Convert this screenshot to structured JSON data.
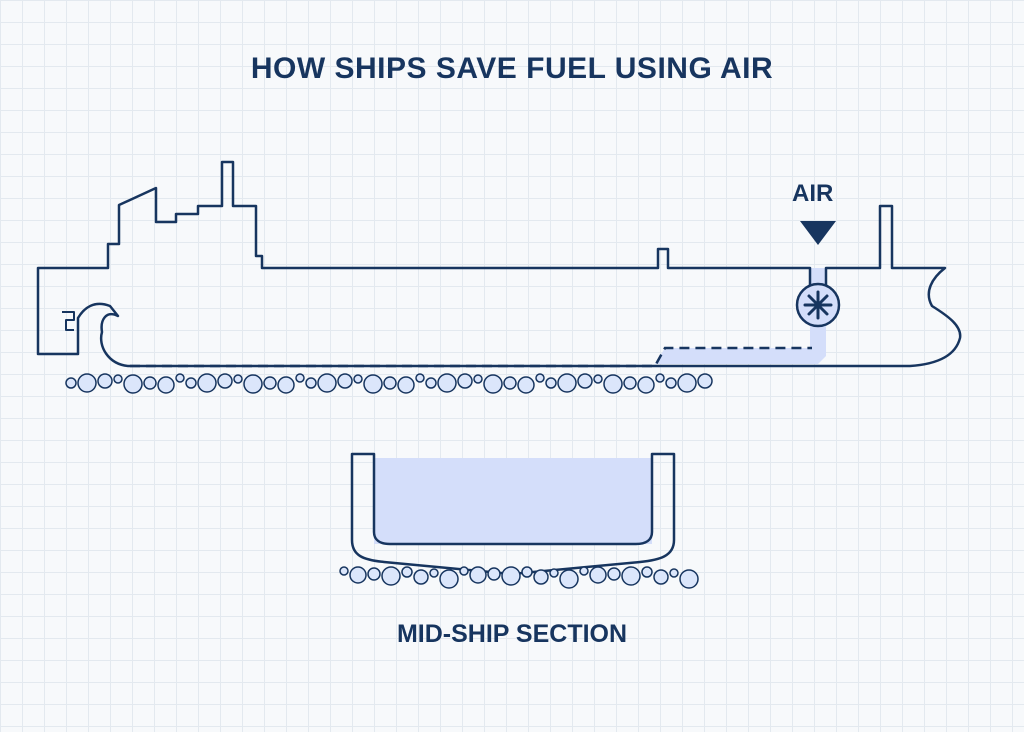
{
  "diagram": {
    "title": "HOW SHIPS SAVE FUEL USING AIR",
    "air_label": "AIR",
    "section_label": "MID-SHIP SECTION",
    "colors": {
      "ink": "#17355f",
      "air_fill": "#d4defa",
      "bubble_fill": "#dbe6fb"
    }
  }
}
